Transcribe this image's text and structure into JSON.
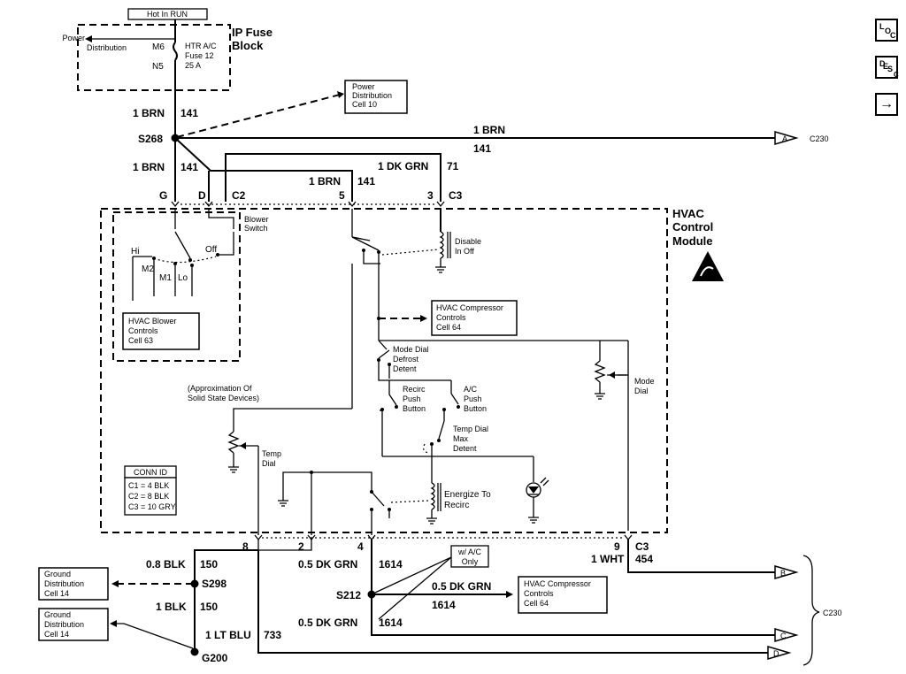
{
  "fuse_block": {
    "hot_label": "Hot In RUN",
    "title_line1": "IP Fuse",
    "title_line2": "Block",
    "power_dist": [
      "Power",
      "Distribution"
    ],
    "term_top": "M6",
    "term_bottom": "N5",
    "fuse_label": [
      "HTR A/C",
      "Fuse 12",
      "25 A"
    ]
  },
  "power_dist_cell": [
    "Power",
    "Distribution",
    "Cell 10"
  ],
  "wires": {
    "w141_size": "1 BRN",
    "w141_circuit": "141",
    "w71_size": "1 DK GRN",
    "w71_circuit": "71",
    "w454_size": "1 WHT",
    "w454_circuit": "454",
    "w150a_size": "0.8 BLK",
    "w150b_size": "1 BLK",
    "w150_circuit": "150",
    "w733_size": "1 LT BLU",
    "w733_circuit": "733",
    "w1614_size": "0.5 DK GRN",
    "w1614_circuit": "1614"
  },
  "splices": {
    "s268": "S268",
    "s298": "S298",
    "s212": "S212",
    "g200": "G200"
  },
  "connector_pins": {
    "g": "G",
    "d": "D",
    "c2": "C2",
    "p5": "5",
    "p3": "3",
    "c3": "C3",
    "p8": "8",
    "p2": "2",
    "p4": "4",
    "p9": "9",
    "c3b": "C3"
  },
  "offpage": {
    "a": "A",
    "b": "B",
    "c": "C",
    "d": "D",
    "ref_a": "C230",
    "ref_bcd": "C230"
  },
  "module": {
    "title": [
      "HVAC",
      "Control",
      "Module"
    ],
    "blower_switch": [
      "Blower",
      "Switch"
    ],
    "speed_hi": "Hi",
    "speed_m2": "M2",
    "speed_m1": "M1",
    "speed_lo": "Lo",
    "speed_off": "Off",
    "blower_cell": [
      "HVAC Blower",
      "Controls",
      "Cell 63"
    ],
    "disable": [
      "Disable",
      "In Off"
    ],
    "compressor_cell": [
      "HVAC Compressor",
      "Controls",
      "Cell 64"
    ],
    "mode_dial_detent": [
      "Mode Dial",
      "Defrost",
      "Detent"
    ],
    "mode_dial": [
      "Mode",
      "Dial"
    ],
    "recirc_button": [
      "Recirc",
      "Push",
      "Button"
    ],
    "ac_button": [
      "A/C",
      "Push",
      "Button"
    ],
    "solid_state_note": [
      "(Approximation Of",
      "Solid State Devices)"
    ],
    "temp_dial_max": [
      "Temp Dial",
      "Max",
      "Detent"
    ],
    "temp_dial": [
      "Temp",
      "Dial"
    ],
    "energize": [
      "Energize To",
      "Recirc"
    ]
  },
  "conn_id": {
    "title": "CONN ID",
    "lines": [
      "C1 = 4 BLK",
      "C2 = 8 BLK",
      "C3 = 10 GRY"
    ]
  },
  "wac_only": [
    "w/ A/C",
    "Only"
  ],
  "compressor_cell_2": [
    "HVAC Compressor",
    "Controls",
    "Cell 64"
  ],
  "ground_cell_1": [
    "Ground",
    "Distribution",
    "Cell 14"
  ],
  "ground_cell_2": [
    "Ground",
    "Distribution",
    "Cell 14"
  ],
  "side_buttons": {
    "loc": [
      "L",
      "O",
      "C"
    ],
    "desc": [
      "D",
      "E",
      "S",
      "C"
    ],
    "next": "→"
  }
}
